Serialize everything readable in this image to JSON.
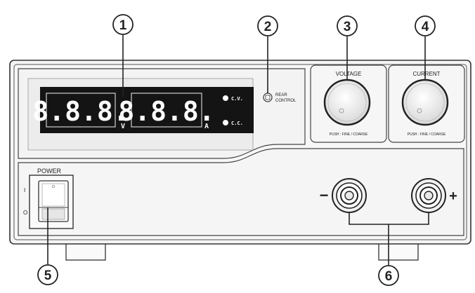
{
  "callouts": [
    "1",
    "2",
    "3",
    "4",
    "5",
    "6"
  ],
  "display": {
    "voltage_reading": "8.8.8.",
    "voltage_unit": "V",
    "current_reading": "8.8.8.",
    "current_unit": "A",
    "cv_label": "C.V.",
    "cc_label": "C.C."
  },
  "rear_control": {
    "line1": "REAR",
    "line2": "CONTROL"
  },
  "knobs": {
    "voltage": {
      "title": "VOLTAGE",
      "subtitle": "PUSH : FINE / COARSE"
    },
    "current": {
      "title": "CURRENT",
      "subtitle": "PUSH : FINE / COARSE"
    }
  },
  "power": {
    "title": "POWER",
    "on_mark": "I",
    "off_mark": "O"
  },
  "terminals": {
    "negative": "−",
    "positive": "+"
  }
}
